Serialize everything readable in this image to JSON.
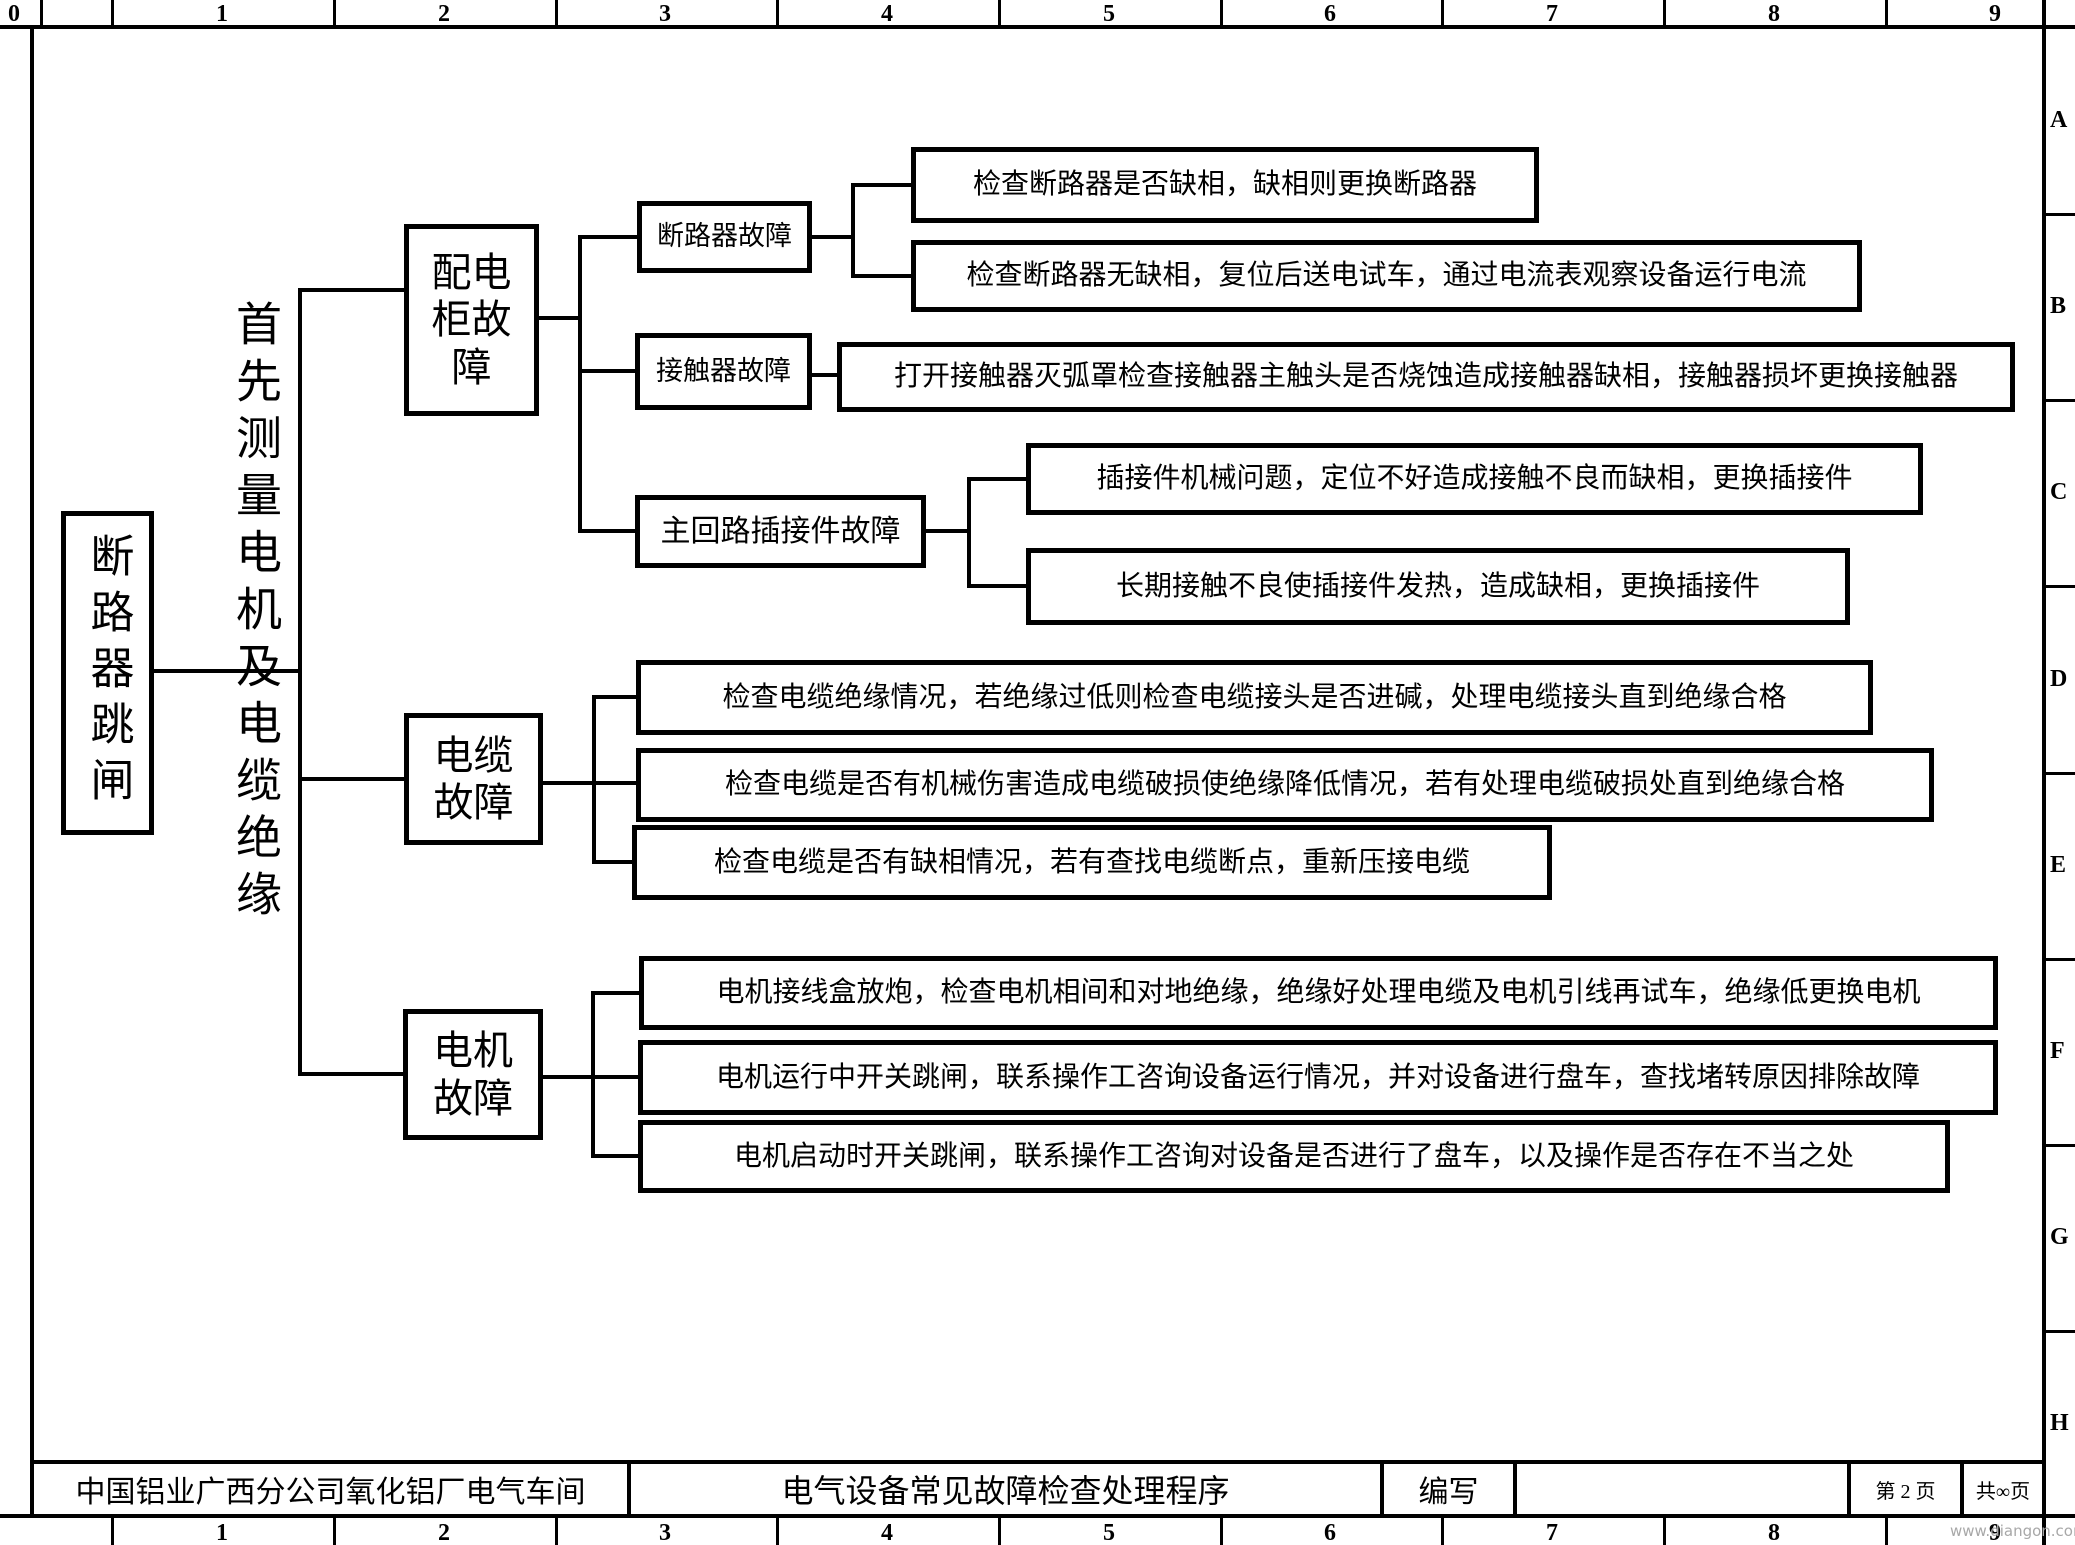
{
  "sheet": {
    "top_band": [
      "0",
      "1",
      "2",
      "3",
      "4",
      "5",
      "6",
      "7",
      "8",
      "9"
    ],
    "bottom_band": [
      "1",
      "2",
      "3",
      "4",
      "5",
      "6",
      "7",
      "8",
      "9"
    ],
    "right_band": [
      "A",
      "B",
      "C",
      "D",
      "E",
      "F",
      "G",
      "H"
    ],
    "watermark": "www.diangon.com",
    "line_color": "#000000",
    "watermark_color": "#a8a8a8"
  },
  "title_block": {
    "company": "中国铝业广西分公司氧化铝厂电气车间",
    "doc_title": "电气设备常见故障检查处理程序",
    "author_label": "编写",
    "author_value": "",
    "page": "第 2 页",
    "pages_total": "共∞页"
  },
  "flowchart": {
    "root_label": "断路器跳闸",
    "note": "首先测量电机及电缆绝缘",
    "branches": [
      {
        "label": "配电柜故障",
        "children": [
          {
            "label": "断路器故障",
            "results": [
              "检查断路器是否缺相，缺相则更换断路器",
              "检查断路器无缺相，复位后送电试车，通过电流表观察设备运行电流"
            ]
          },
          {
            "label": "接触器故障",
            "results": [
              "打开接触器灭弧罩检查接触器主触头是否烧蚀造成接触器缺相，接触器损坏更换接触器"
            ]
          },
          {
            "label": "主回路插接件故障",
            "results": [
              "插接件机械问题，定位不好造成接触不良而缺相，更换插接件",
              "长期接触不良使插接件发热，造成缺相，更换插接件"
            ]
          }
        ]
      },
      {
        "label": "电缆故障",
        "results": [
          "检查电缆绝缘情况，若绝缘过低则检查电缆接头是否进碱，处理电缆接头直到绝缘合格",
          "检查电缆是否有机械伤害造成电缆破损使绝缘降低情况，若有处理电缆破损处直到绝缘合格",
          "检查电缆是否有缺相情况，若有查找电缆断点，重新压接电缆"
        ]
      },
      {
        "label": "电机故障",
        "results": [
          "电机接线盒放炮，检查电机相间和对地绝缘，绝缘好处理电缆及电机引线再试车，绝缘低更换电机",
          "电机运行中开关跳闸，联系操作工咨询设备运行情况，并对设备进行盘车，查找堵转原因排除故障",
          "电机启动时开关跳闸，联系操作工咨询对设备是否进行了盘车，以及操作是否存在不当之处"
        ]
      }
    ]
  }
}
